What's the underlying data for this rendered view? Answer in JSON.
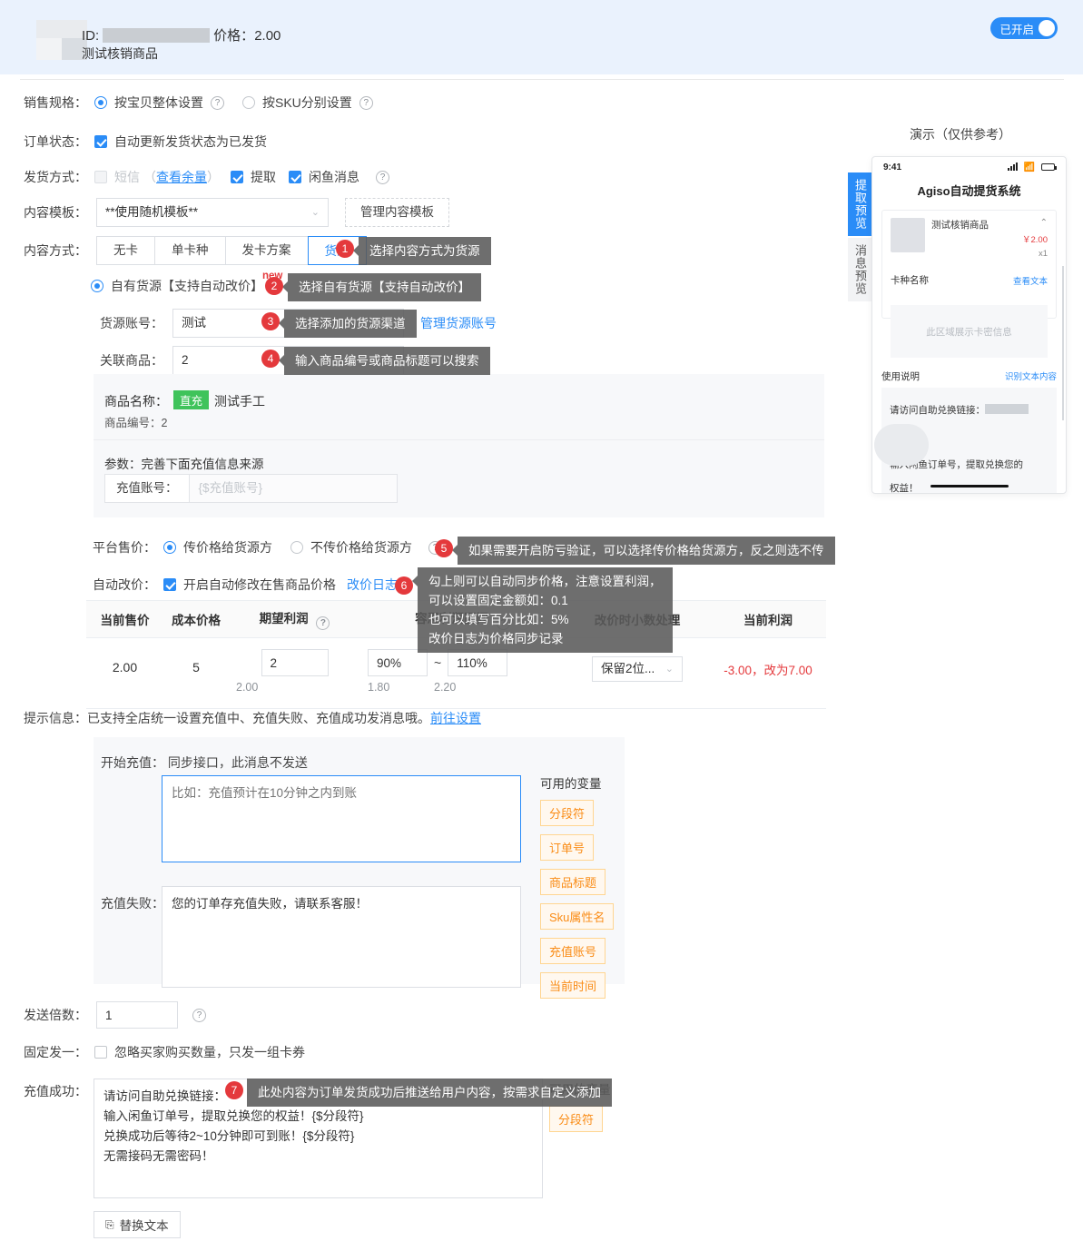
{
  "header": {
    "id_label": "ID:",
    "price_label": "价格：",
    "price_value": "2.00",
    "product_title": "测试核销商品",
    "toggle_label": "已开启"
  },
  "form": {
    "sales_spec": {
      "label": "销售规格：",
      "option1": "按宝贝整体设置",
      "option2": "按SKU分别设置"
    },
    "order_status": {
      "label": "订单状态：",
      "checkbox_label": "自动更新发货状态为已发货"
    },
    "ship_method": {
      "label": "发货方式：",
      "sms": "短信",
      "sms_balance": "（查看余量）",
      "extract": "提取",
      "xianyu": "闲鱼消息"
    },
    "content_template": {
      "label": "内容模板：",
      "value": "**使用随机模板**",
      "manage_button": "管理内容模板"
    },
    "content_mode": {
      "label": "内容方式：",
      "tabs": [
        "无卡",
        "单卡种",
        "发卡方案",
        "货源"
      ],
      "active_index": 3
    },
    "source_radio": {
      "label": "自有货源【支持自动改价】",
      "new_tag": "new"
    },
    "source_account": {
      "label": "货源账号：",
      "value": "测试",
      "manage_link": "管理货源账号"
    },
    "related_product": {
      "label": "关联商品：",
      "value": "2"
    },
    "product_box": {
      "name_label": "商品名称：",
      "name_tag": "直充",
      "name_value": "测试手工",
      "num_label": "商品编号：",
      "num_value": "2",
      "param_label": "参数：",
      "param_value": "完善下面充值信息来源",
      "field_label": "充值账号：",
      "field_placeholder": "{$充值账号}"
    },
    "platform_price": {
      "label": "平台售价：",
      "option1": "传价格给货源方",
      "option2": "不传价格给货源方"
    },
    "auto_price": {
      "label": "自动改价：",
      "checkbox_label": "开启自动修改在售商品价格",
      "log_link": "改价日志"
    },
    "send_multiple": {
      "label": "发送倍数：",
      "value": "1"
    },
    "fixed_one": {
      "label": "固定发一：",
      "checkbox_label": "忽略买家购买数量，只发一组卡券"
    }
  },
  "price_table": {
    "headers": [
      "当前售价",
      "成本价格",
      "期望利润",
      "容忍利润区间",
      "改价时小数处理",
      "当前利润"
    ],
    "row": {
      "current_price": "2.00",
      "cost_price": "5",
      "expect_profit_input": "2",
      "expect_profit_sub": "2.00",
      "tolerance_min": "90%",
      "tolerance_min_sub": "1.80",
      "tolerance_sep": "~",
      "tolerance_max": "110%",
      "tolerance_max_sub": "2.20",
      "decimal_select": "保留2位...",
      "current_profit": "-3.00，改为7.00"
    }
  },
  "messages": {
    "tip_label": "提示信息：",
    "tip_text": "已支持全店统一设置充值中、充值失败、充值成功发消息哦。",
    "tip_link": "前往设置",
    "start_label": "开始充值：",
    "start_note": "同步接口，此消息不发送",
    "start_placeholder": "比如：充值预计在10分钟之内到账",
    "start_value": "",
    "fail_label": "充值失败：",
    "fail_value": "您的订单存充值失败，请联系客服！",
    "success_label": "充值成功：",
    "success_value": "请访问自助兑换链接：\n输入闲鱼订单号，提取兑换您的权益！{$分段符}\n兑换成功后等待2~10分钟即可到账！{$分段符}\n无需接码无需密码！",
    "replace_button": "替换文本",
    "var_title": "可用的变量",
    "variables": [
      "分段符",
      "订单号",
      "商品标题",
      "Sku属性名",
      "充值账号",
      "当前时间"
    ],
    "success_var_title": "可用的变量",
    "success_variables": [
      "分段符"
    ]
  },
  "tooltips": [
    {
      "num": "1",
      "text": "选择内容方式为货源"
    },
    {
      "num": "2",
      "text": "选择自有货源【支持自动改价】"
    },
    {
      "num": "3",
      "text": "选择添加的货源渠道"
    },
    {
      "num": "4",
      "text": "输入商品编号或商品标题可以搜索"
    },
    {
      "num": "5",
      "text": "如果需要开启防亏验证，可以选择传价格给货源方，反之则选不传"
    },
    {
      "num": "6",
      "text": "勾上则可以自动同步价格，注意设置利润，\n可以设置固定金额如：0.1\n也可以填写百分比如：5%\n改价日志为价格同步记录"
    },
    {
      "num": "7",
      "text": "此处内容为订单发货成功后推送给用户内容，按需求自定义添加"
    }
  ],
  "preview": {
    "title": "演示（仅供参考）",
    "side_tabs": [
      "提取预览",
      "消息预览"
    ],
    "phone": {
      "time": "9:41",
      "app_title": "Agiso自动提货系统",
      "product_name": "测试核销商品",
      "price": "￥2.00",
      "qty": "x1",
      "card_name": "卡种名称",
      "view_text": "查看文本",
      "secret_area": "此区域展示卡密信息",
      "usage_label": "使用说明",
      "ocr_link": "识别文本内容",
      "body_line1": "请访问自助兑换链接：",
      "body_line2": "输入闲鱼订单号，提取兑换您的",
      "body_line3": "权益！"
    }
  }
}
